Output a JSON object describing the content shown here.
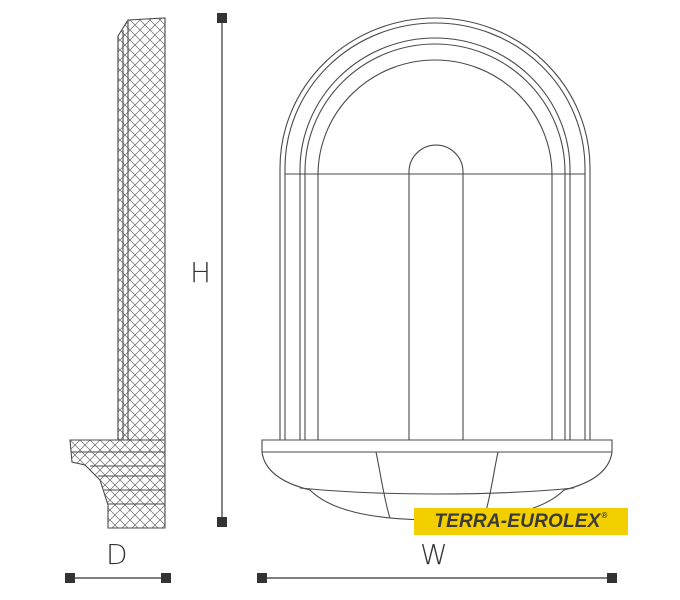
{
  "dimensions": {
    "height_label": "H",
    "depth_label": "D",
    "width_label": "W"
  },
  "logo": {
    "text": "TERRA-EUROLEX",
    "mark": "®",
    "background": "#f3cf00",
    "color": "#3a3a3a"
  },
  "colors": {
    "line": "#4a4a4a",
    "hatch": "#555555"
  }
}
